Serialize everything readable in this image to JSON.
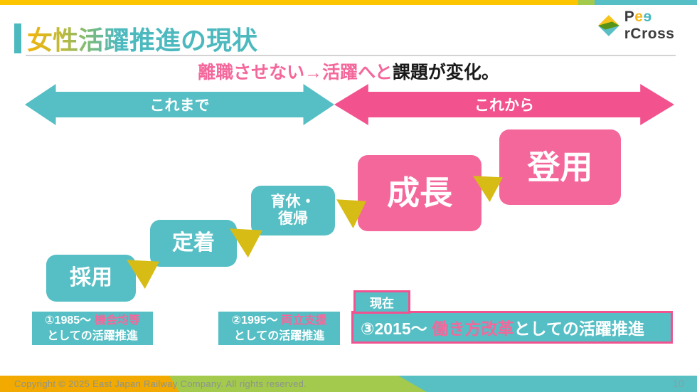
{
  "header": {
    "title": "女性活躍推進の現状"
  },
  "logo": {
    "full": "PeerCross",
    "part1": "P",
    "part2": "e",
    "part3": "e",
    "part4": "rCross"
  },
  "subtitle": {
    "highlight": "離職させない→活躍へと",
    "rest": "課題が変化。"
  },
  "arrows": {
    "past_label": "これまで",
    "future_label": "これから"
  },
  "steps": [
    {
      "label": "採用"
    },
    {
      "label": "定着"
    },
    {
      "label": "育休・\n復帰"
    },
    {
      "label": "成長"
    },
    {
      "label": "登用"
    }
  ],
  "milestones": [
    {
      "period": "①1985〜",
      "highlight": "機会均等",
      "suffix": "としての活躍推進"
    },
    {
      "period": "②1995〜",
      "highlight": "両立支援",
      "suffix": "としての活躍推進"
    },
    {
      "badge": "現在",
      "period": "③2015〜",
      "highlight": "働き方改革",
      "suffix": "としての活躍推進"
    }
  ],
  "footer": {
    "copyright": "Copyright © 2025 East Japan Railway Company. All rights reserved.",
    "page_number": "10"
  },
  "colors": {
    "teal": "#56BFC5",
    "pink_box": "#F4679B",
    "pink_arrow": "#F2528E",
    "pink_border": "#F0538F",
    "gold_triangle": "#D6BC15",
    "bar_yellow": "#FCC500",
    "bar_green": "#A3C94D",
    "bar_orange": "#F2A900",
    "title_gradient_start": "#F2B40C",
    "title_gradient_end": "#4CB9BF"
  }
}
